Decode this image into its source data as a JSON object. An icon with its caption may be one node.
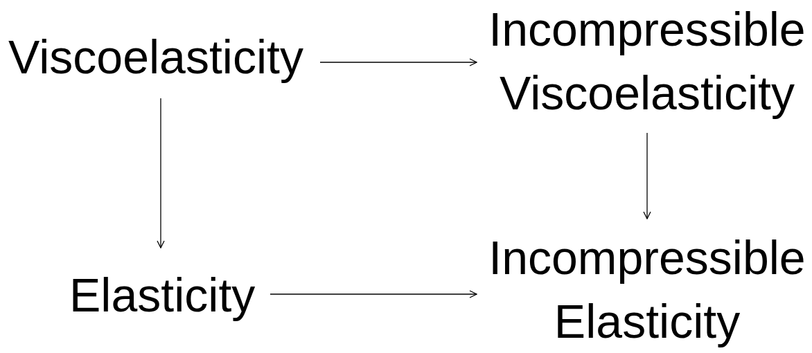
{
  "diagram": {
    "nodes": [
      {
        "text": [
          "Viscoelasticity"
        ]
      },
      {
        "text": [
          "Incompressible Viscoelasticity"
        ]
      },
      {
        "text": [
          "Elasticity"
        ]
      },
      {
        "text": [
          "Incompressible Elasticity"
        ]
      }
    ],
    "edges": [
      {
        "from": 0,
        "to": 1,
        "arrow": "to"
      },
      {
        "from": 0,
        "to": 2,
        "arrow": "to"
      },
      {
        "from": 1,
        "to": 3,
        "arrow": "to"
      },
      {
        "from": 2,
        "to": 3,
        "arrow": "to"
      }
    ]
  }
}
